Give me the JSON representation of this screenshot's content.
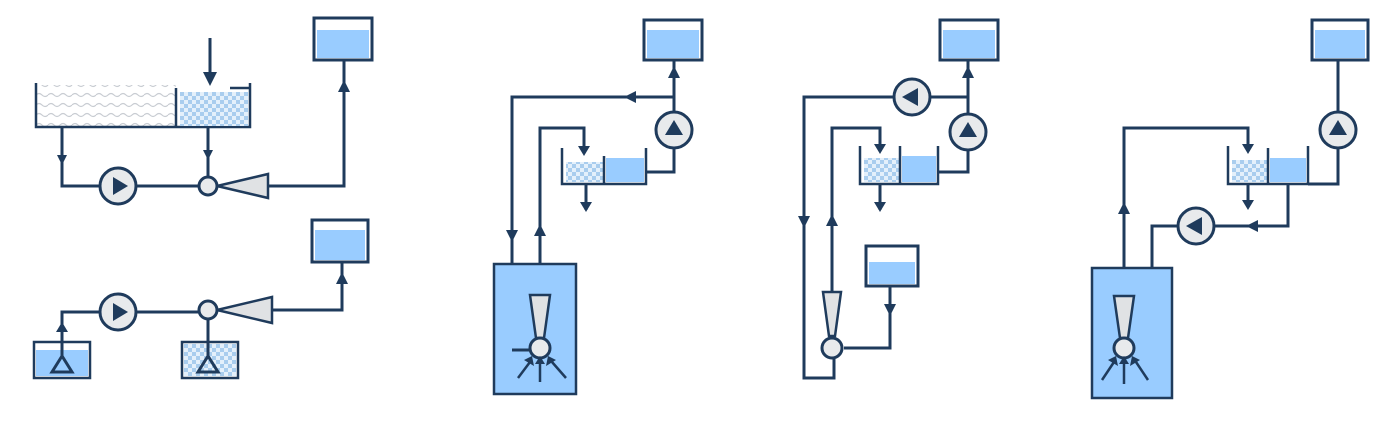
{
  "colors": {
    "line": "#1f3b5c",
    "water": "#99ccff",
    "pump_body": "#e8eaec",
    "wave": "#c8ccd2",
    "foam_a": "#a9cdee",
    "foam_b": "#e4f0fb",
    "ejector": "#e0e2e4"
  },
  "icons": {
    "pump": "centrifugal-pump-icon",
    "ejector": "jet-ejector-icon",
    "tank": "water-tank-icon",
    "basin": "open-basin-icon",
    "well": "well-icon"
  },
  "schemes": [
    {
      "id": "scheme-1",
      "description": ""
    },
    {
      "id": "scheme-2",
      "description": ""
    },
    {
      "id": "scheme-3",
      "description": ""
    },
    {
      "id": "scheme-4",
      "description": ""
    },
    {
      "id": "scheme-5",
      "description": ""
    }
  ]
}
